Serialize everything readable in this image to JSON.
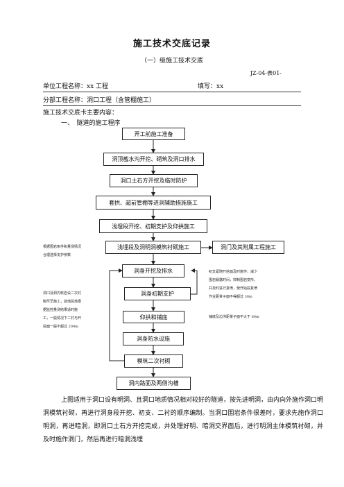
{
  "doc": {
    "title": "施工技术交底记录",
    "subtitle": "（一）级施工技术交底",
    "form_no": "JZ-04-表01-",
    "unit_label": "单位工程名称：xx 工程",
    "filled_label": "填写：xx",
    "part_label": "分部工程名称：洞口工程（含管棚施工）",
    "content_label": "施工技术交底卡主要内容：",
    "section_heading": "一、　隧道的施工程序"
  },
  "flow": {
    "step1": "开工前施工准备",
    "step2": "洞顶截水沟开挖、砌筑及洞口排水",
    "step3": "洞口土石方开挖及临时防护",
    "step4": "套拱、超前管棚等进洞辅助措施施工",
    "step5": "浅埋段开挖、初期支护及仰拱施工",
    "step6": "浅埋段及洞明洞模筑衬砌施工",
    "step6b": "洞门及其附属工程施工",
    "step7": "洞身开挖及排水",
    "step8": "洞身初期支护",
    "step9": "仰拱和铺底",
    "step10": "洞身防水设施",
    "step11": "模筑二次衬砌",
    "step12": "洞内路面及两侧沟槽"
  },
  "notes": {
    "left1_l1": "根据围岩条件和量测情况",
    "left1_l2": "合理选择支护参数",
    "left2_l1": "洞口及洞内软岩设二次衬",
    "left2_l2": "砌尽早施工，其他段落根",
    "left2_l3": "据监控量测结果适时施",
    "left2_l4": "工，一般情况下二衬与开",
    "left2_l5": "挖面一般不超过 200m",
    "right1_l1": "初支紧随开挖面及时施作，减少",
    "right1_l2": "围岩暴露时间，抑制围岩变形，",
    "right1_l3": "并及时进行复喷，使开始段复喷",
    "right1_l4": "作业距掌子面不得超过 30m",
    "right2_l1": "铺底及边沟距掌子面不大于 80m"
  },
  "paragraph": "上图适用于洞口设有明洞、且洞口地质情况相对较好的隧道，按先进明洞，由内向外施作洞口明洞模筑衬砌，再进行洞身段开挖、初支、二衬的顺序编制。当洞口围岩条件很差时，要求先施作洞口明洞，再进暗洞，即洞口土石方开挖完成，并处理好明、暗洞交界面后，进行明洞主体模筑衬砌，并及时施作洞门，然后再进行暗洞浅埋"
}
